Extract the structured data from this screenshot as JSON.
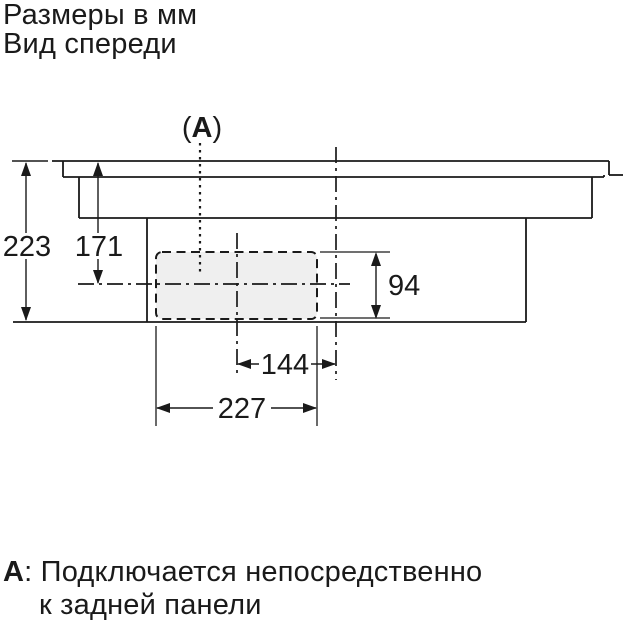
{
  "title": {
    "line1": "Размеры в мм",
    "line2": "Вид спереди"
  },
  "callout": {
    "open": "(",
    "letter": "A",
    "close": ")"
  },
  "dimensions": {
    "overall_height_mm": "223",
    "surface_to_duct_center_mm": "171",
    "duct_height_mm": "94",
    "duct_center_to_rear_line_mm": "144",
    "duct_width_mm": "227"
  },
  "footnote": {
    "marker": "A",
    "rest_line1": ": Подключается непосредственно",
    "line2": "к задней панели"
  },
  "colors": {
    "line": "#1a1a1a",
    "duct_fill": "#efefef",
    "background": "#ffffff"
  }
}
